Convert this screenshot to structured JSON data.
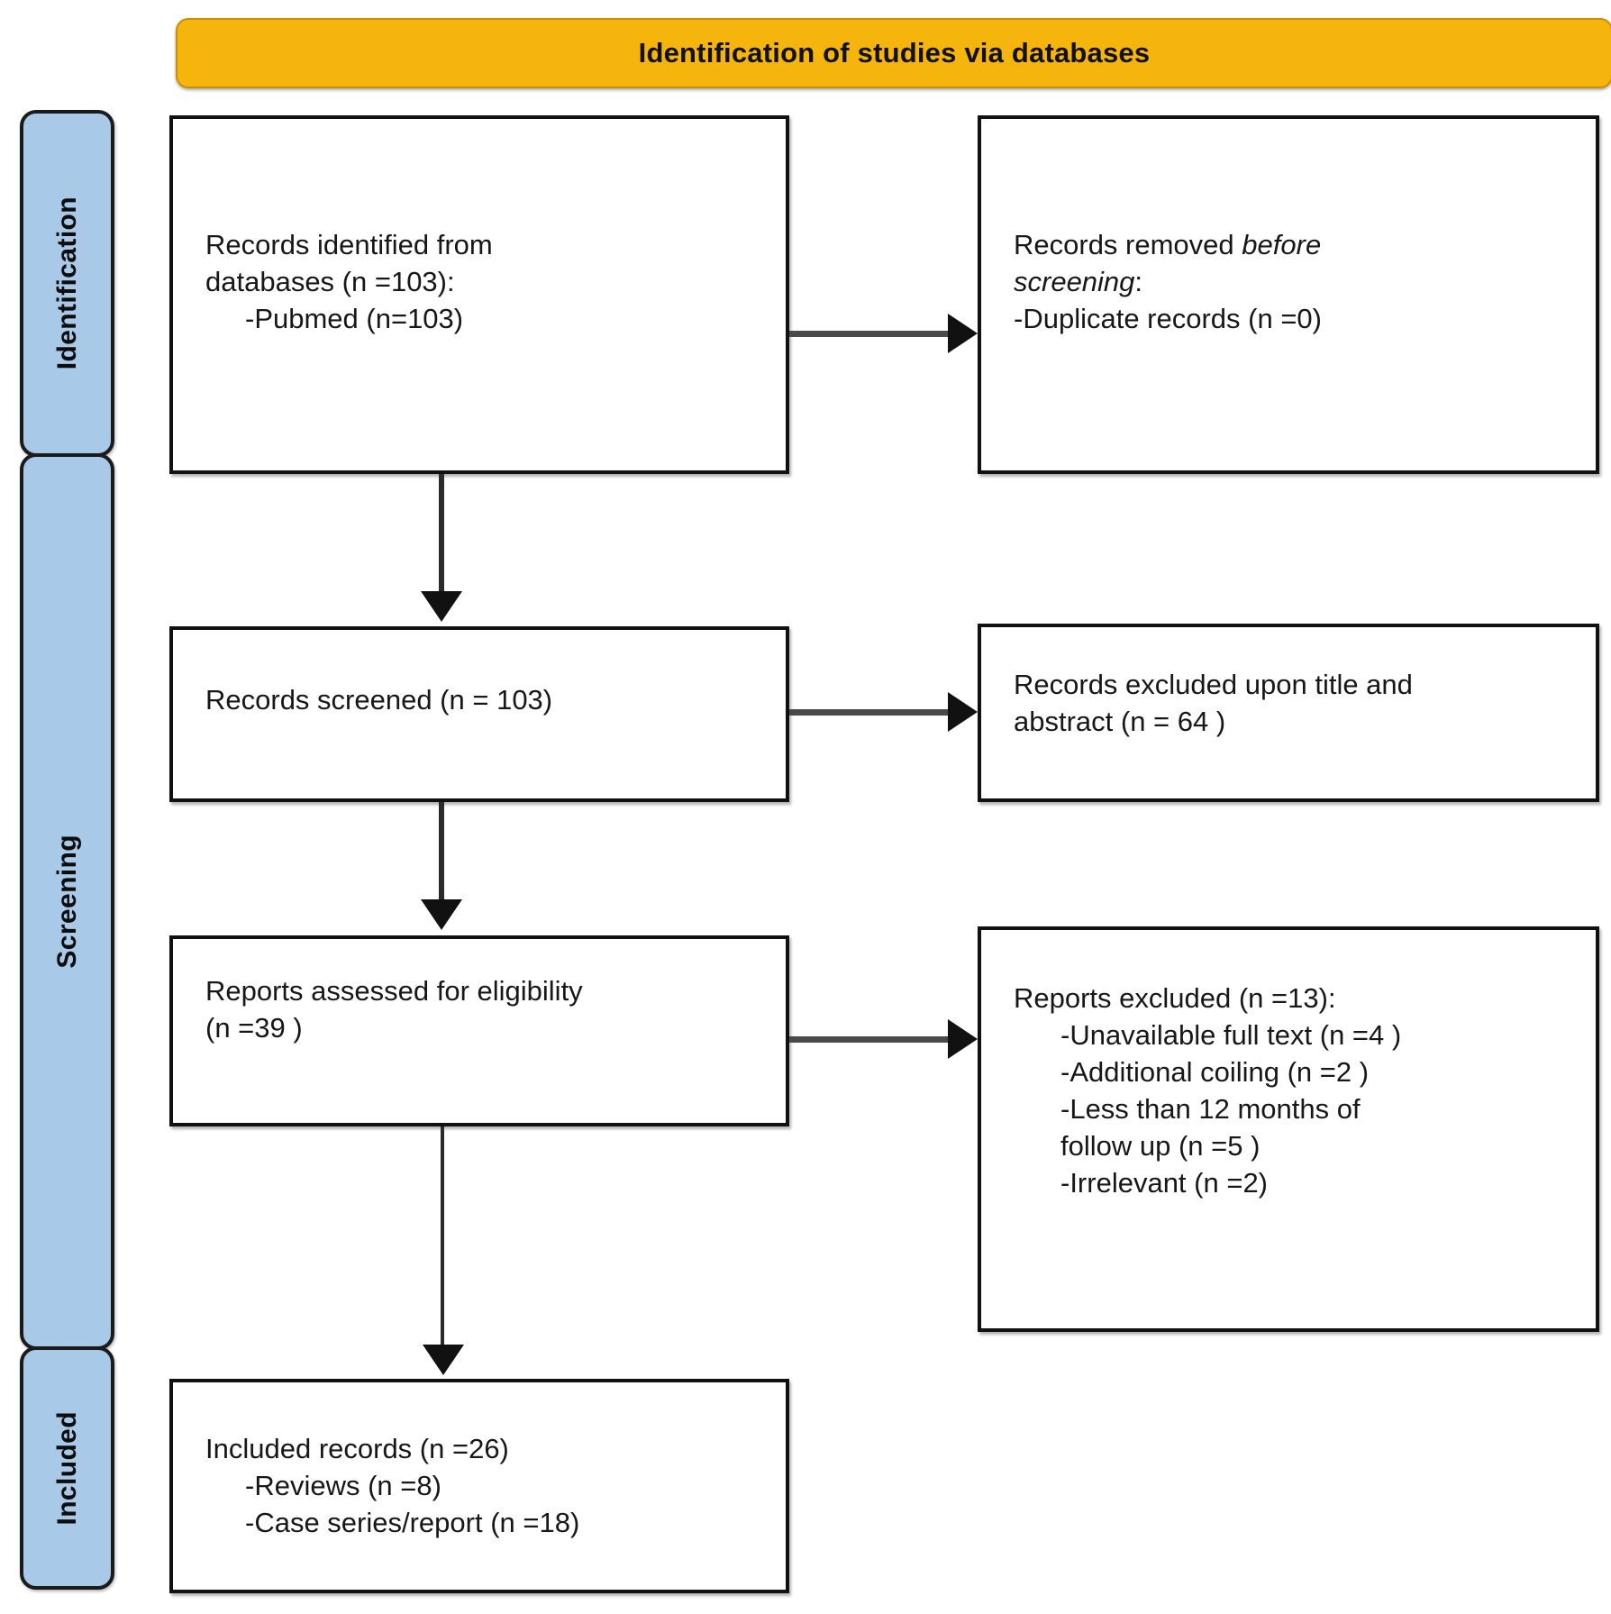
{
  "banner": {
    "title": "Identification of studies via databases",
    "color": "#F5B50C"
  },
  "phases": {
    "color": "#A8C9E8",
    "items": [
      {
        "id": "identification",
        "label": "Identification"
      },
      {
        "id": "screening",
        "label": "Screening"
      },
      {
        "id": "included",
        "label": "Included"
      }
    ]
  },
  "nodes": {
    "identified": {
      "line1": "Records identified from",
      "line2": "databases (n =103):",
      "line3": "-Pubmed (n=103)"
    },
    "removed": {
      "line1_a": "Records removed ",
      "line1_b": "before",
      "line2_b": "screening",
      "line2_a": ":",
      "line3": "-Duplicate records (n =0)"
    },
    "screened": {
      "line1": "Records screened (n = 103)"
    },
    "excluded_title_abstract": {
      "line1": "Records excluded upon title and",
      "line2": "abstract (n = 64 )"
    },
    "eligibility": {
      "line1": "Reports assessed for eligibility",
      "line2": "(n =39 )"
    },
    "reports_excluded": {
      "line1": "Reports excluded (n =13):",
      "line2": "-Unavailable full text (n =4 )",
      "line3": "-Additional coiling (n =2 )",
      "line4": "-Less than 12 months of",
      "line5": "follow up (n =5 )",
      "line6": "-Irrelevant (n =2)"
    },
    "included": {
      "line1": "Included records (n =26)",
      "line2": "-Reviews (n =8)",
      "line3": "-Case series/report (n =18)"
    }
  },
  "chart_data": {
    "type": "diagram",
    "title": "Identification of studies via databases",
    "diagram_kind": "PRISMA flow diagram",
    "phases": [
      "Identification",
      "Screening",
      "Included"
    ],
    "nodes": [
      {
        "id": "identified",
        "phase": "Identification",
        "label": "Records identified from databases (n =103): -Pubmed (n=103)",
        "n": 103
      },
      {
        "id": "removed",
        "phase": "Identification",
        "label": "Records removed before screening: -Duplicate records (n =0)",
        "n": 0
      },
      {
        "id": "screened",
        "phase": "Screening",
        "label": "Records screened (n = 103)",
        "n": 103
      },
      {
        "id": "excluded_title_abstract",
        "phase": "Screening",
        "label": "Records excluded upon title and abstract (n = 64 )",
        "n": 64
      },
      {
        "id": "eligibility",
        "phase": "Screening",
        "label": "Reports assessed for eligibility (n =39 )",
        "n": 39
      },
      {
        "id": "reports_excluded",
        "phase": "Screening",
        "label": "Reports excluded (n =13)",
        "n": 13,
        "breakdown": [
          {
            "reason": "Unavailable full text",
            "n": 4
          },
          {
            "reason": "Additional coiling",
            "n": 2
          },
          {
            "reason": "Less than 12 months of follow up",
            "n": 5
          },
          {
            "reason": "Irrelevant",
            "n": 2
          }
        ]
      },
      {
        "id": "included",
        "phase": "Included",
        "label": "Included records (n =26)",
        "n": 26,
        "breakdown": [
          {
            "reason": "Reviews",
            "n": 8
          },
          {
            "reason": "Case series/report",
            "n": 18
          }
        ]
      }
    ],
    "edges": [
      {
        "from": "identified",
        "to": "removed",
        "direction": "right"
      },
      {
        "from": "identified",
        "to": "screened",
        "direction": "down"
      },
      {
        "from": "screened",
        "to": "excluded_title_abstract",
        "direction": "right"
      },
      {
        "from": "screened",
        "to": "eligibility",
        "direction": "down"
      },
      {
        "from": "eligibility",
        "to": "reports_excluded",
        "direction": "right"
      },
      {
        "from": "eligibility",
        "to": "included",
        "direction": "down"
      }
    ]
  }
}
